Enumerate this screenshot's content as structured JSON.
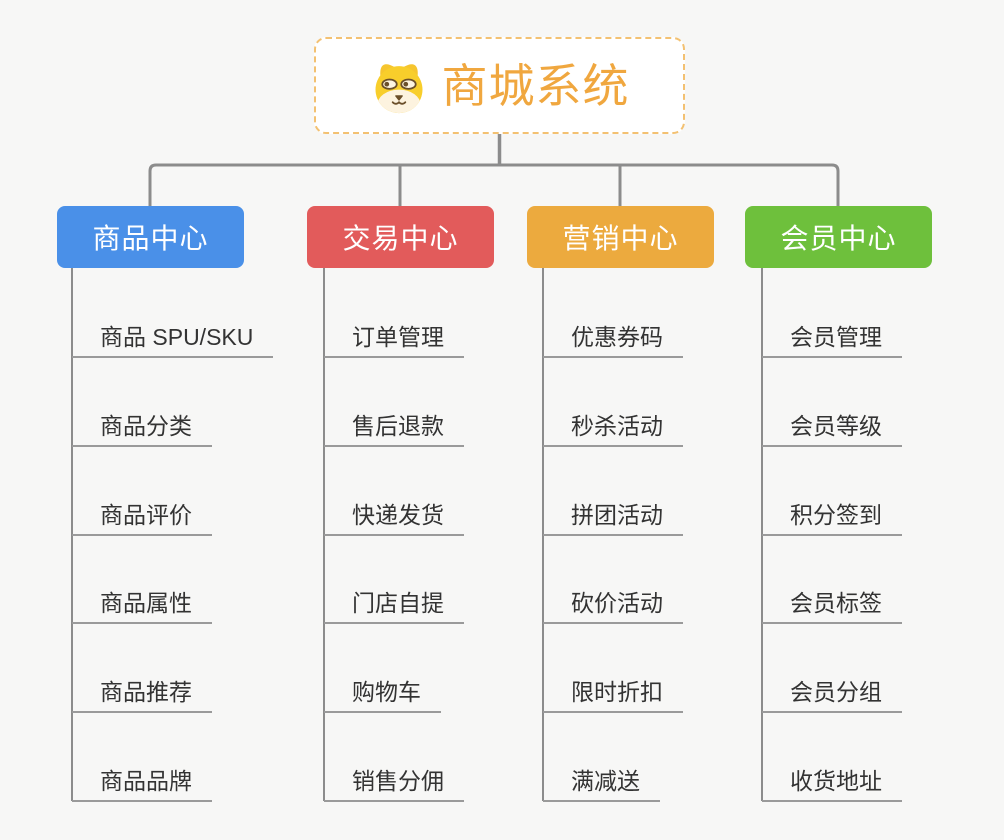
{
  "root": {
    "label": "商城系统",
    "icon": "doge-face-icon"
  },
  "branches": [
    {
      "label": "商品中心",
      "color": "#4a90e8",
      "children": [
        "商品 SPU/SKU",
        "商品分类",
        "商品评价",
        "商品属性",
        "商品推荐",
        "商品品牌"
      ]
    },
    {
      "label": "交易中心",
      "color": "#e25b5b",
      "children": [
        "订单管理",
        "售后退款",
        "快递发货",
        "门店自提",
        "购物车",
        "销售分佣"
      ]
    },
    {
      "label": "营销中心",
      "color": "#ecaa3e",
      "children": [
        "优惠券码",
        "秒杀活动",
        "拼团活动",
        "砍价活动",
        "限时折扣",
        "满减送"
      ]
    },
    {
      "label": "会员中心",
      "color": "#6ec03c",
      "children": [
        "会员管理",
        "会员等级",
        "积分签到",
        "会员标签",
        "会员分组",
        "收货地址"
      ]
    }
  ],
  "colors": {
    "background": "#f7f7f6",
    "connector": "#8c8c8c",
    "underline": "#9a9a9a",
    "leaf_text": "#333333",
    "root_text": "#f0a73f",
    "root_border": "#f3c172",
    "root_background": "#ffffff"
  }
}
